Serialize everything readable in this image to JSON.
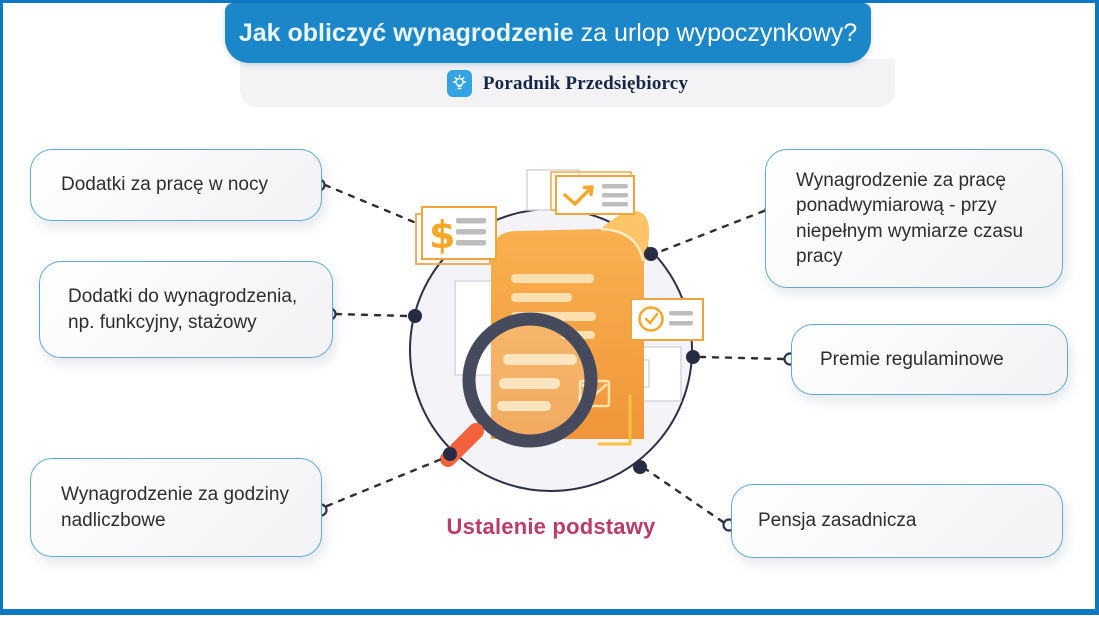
{
  "header": {
    "title_bold": "Jak obliczyć wynagrodzenie",
    "title_rest": "za urlop wypoczynkowy?",
    "brand": "Poradnik Przedsiębiorcy",
    "brand_icon": "lightbulb-icon"
  },
  "center": {
    "caption": "Ustalenie podstawy",
    "illustration_icons": [
      "document-icon",
      "magnifier-icon",
      "dollar-card-icon",
      "check-card-icon",
      "clock-card-icon"
    ]
  },
  "callouts": {
    "left": [
      {
        "label": "Dodatki za pracę w nocy"
      },
      {
        "label": "Dodatki do wynagrodzenia, np. funkcyjny, stażowy"
      },
      {
        "label": "Wynagrodzenie za godziny nadliczbowe"
      }
    ],
    "right": [
      {
        "label": "Wynagrodzenie za pracę ponadwymiarową - przy niepełnym wymiarze czasu pracy"
      },
      {
        "label": "Premie regulaminowe"
      },
      {
        "label": "Pensja zasadnicza"
      }
    ]
  },
  "colors": {
    "page_border": "#0f78c4",
    "header_blue": "#1b87c9",
    "brand_icon_blue": "#35a3e3",
    "brand_navy": "#152747",
    "box_border_blue": "#5fa9d8",
    "caption_pink": "#bb3c68",
    "document_orange": "#f5a443",
    "magnifier_slate": "#454b5c",
    "magnifier_handle": "#f3613d",
    "node_navy": "#272c44"
  }
}
